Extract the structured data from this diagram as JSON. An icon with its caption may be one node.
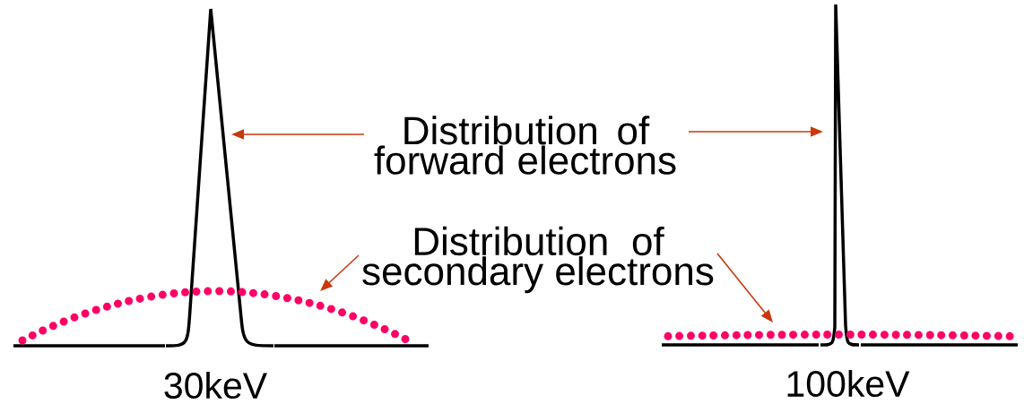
{
  "diagram": {
    "nodes": [
      {
        "text": [
          "Distribution of forward electrons"
        ]
      },
      {
        "text": [
          "Distribution of secondary electrons"
        ]
      },
      {
        "text": [],
        "shape": "curve"
      },
      {
        "text": [],
        "shape": "curve"
      },
      {
        "text": [],
        "shape": "dots"
      },
      {
        "text": [],
        "shape": "dots"
      }
    ],
    "edges": [
      {
        "from": 0,
        "to": 2,
        "arrow": "to"
      },
      {
        "from": 0,
        "to": 3,
        "arrow": "to"
      },
      {
        "from": 1,
        "to": 4,
        "arrow": "to"
      },
      {
        "from": 1,
        "to": 5,
        "arrow": "to"
      }
    ],
    "labels": [
      "30keV",
      "100keV"
    ]
  }
}
